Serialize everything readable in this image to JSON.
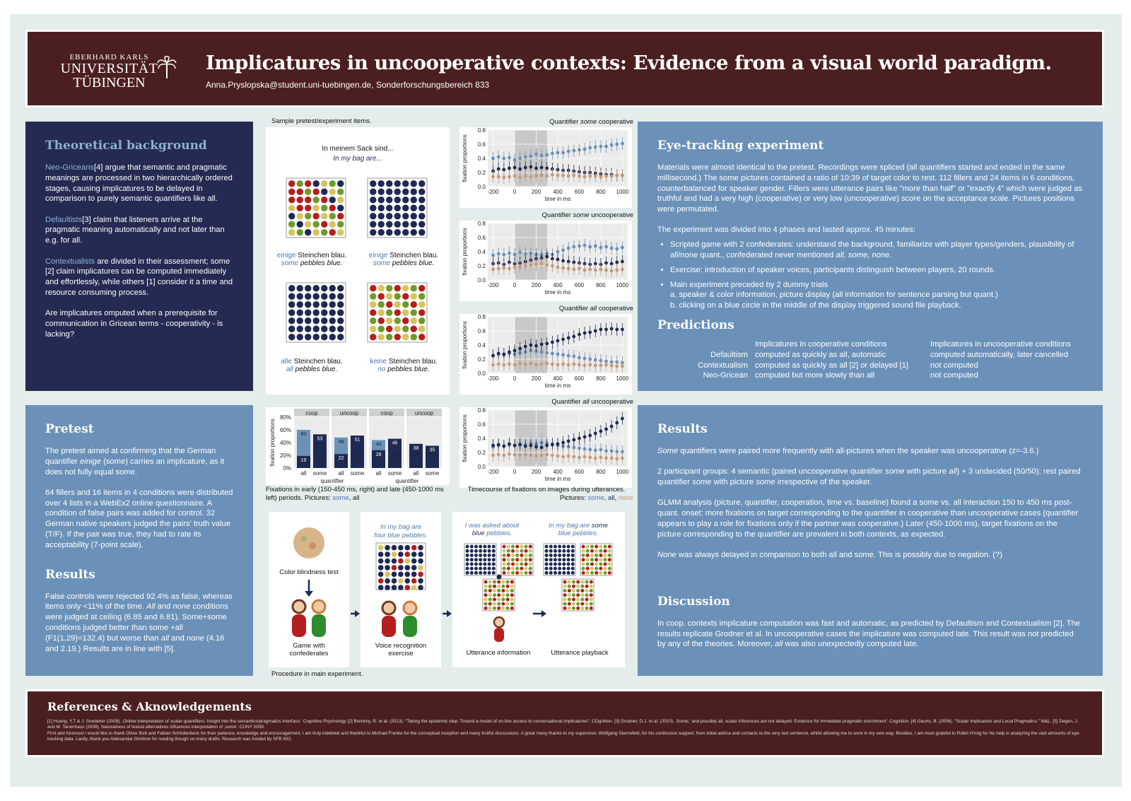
{
  "header": {
    "logo_line1": "EBERHARD KARLS",
    "logo_line2": "UNIVERSITÄT",
    "logo_line3": "TÜBINGEN",
    "title": "Implicatures in uncooperative contexts: Evidence from a visual world paradigm.",
    "author": "Anna.Pryslopska@student.uni-tuebingen.de, Sonderforschungsbereich 833"
  },
  "theory": {
    "heading": "Theoretical background",
    "p1_term": "Neo-Griceans",
    "p1": "[4] argue that semantic and pragmatic meanings are processed in two hierarchically ordered stages, causing implicatures to be delayed in comparison to purely semantic quantifiers like all.",
    "p2_term": "Defaultists",
    "p2": "[3] claim that listeners arrive at the pragmatic meaning automatically and not later than e.g. for all.",
    "p3_term": "Contextualists",
    "p3": " are divided in their assessment; some [2] claim implicatures can be computed immediately and effortlessly, while others [1] consider it a time and resource consuming process.",
    "p4": "Are implicatures omputed when a prerequisite for communication in Gricean terms - cooperativity - is lacking?"
  },
  "pretest": {
    "heading": "Pretest",
    "p1a": "The pretest aimed at confirming that the German quantifier ",
    "p1_em": "einige",
    "p1b": " (some) carries an implicature, as it does not fully equal some.",
    "p2": "64 fillers and 16 items in 4 conditions were distributed over 4 lists in a WebEx2 online questionnaire. A condition of false pairs was added for control. 32 German native speakers judged the pairs' truth value (T/F). If the pair was true, they had to rate its acceptability (7-point scale).",
    "results_heading": "Results",
    "r1a": "False controls were rejected 92.4% as false, whereas items only <11% of the time. ",
    "r1_all": "All",
    "r1b": " and ",
    "r1_none": "none",
    "r1c": " conditions were judged at ceiling (6.85 and 6.81). Some+some conditions judged better than some +all (F1(1,29)=132.4) but worse than ",
    "r1_all2": "all",
    "r1d": " and ",
    "r1_none2": "none",
    "r1e": " (4.16 and 2.19.) Results are in line with [5]."
  },
  "items_figure": {
    "caption": "Sample pretest/experiment items.",
    "sentence_de": "In meinem Sack sind...",
    "sentence_en": "In my bag are...",
    "labels": [
      {
        "q_de": "einige",
        "de": " Steinchen blau.",
        "q_en": "some",
        "en": " pebbles blue."
      },
      {
        "q_de": "einige",
        "de": " Steinchen blau.",
        "q_en": "some",
        "en": " pebbles blue."
      },
      {
        "q_de": "alle",
        "de": " Steinchen blau.",
        "q_en": "all",
        "en": " pebbles blue."
      },
      {
        "q_de": "keine",
        "de": " Steinchen blau.",
        "q_en": "no",
        "en": " pebbles blue."
      }
    ]
  },
  "bar_figure": {
    "caption_a": "Fixations in early (150-450 ms, right) and late (450-1000 ms left) periods. Pictures: ",
    "caption_some": "some",
    "caption_b": ", all",
    "ylabel": "fixation proportions",
    "xlabel": "quantifier"
  },
  "time_figure": {
    "caption": "Timecourse of fixations on images during utterances.",
    "pictures_prefix": "Pictures: ",
    "p_some": "some",
    "p_all": "all",
    "p_none": "none",
    "xlabel": "time in ms",
    "ylabel": "fixation proportions"
  },
  "procedure": {
    "caption": "Procedure in main experiment.",
    "color_test": "Color blindness test",
    "game": "Game with confederates",
    "voice_line1": "In my bag are",
    "voice_line2": "four blue pebbles.",
    "voice": "Voice recognition exercise",
    "utt_a": "I was asked about",
    "utt_b": "blue",
    "utt_c": " pebbles.",
    "play_a": "In my bag are ",
    "play_b": "some",
    "play_c": "blue pebbles.",
    "utt_info": "Utterance information",
    "utt_play": "Utterance playback"
  },
  "eyetracking": {
    "heading": "Eye-tracking experiment",
    "p1": "Materials were almost identical to the pretest. Recordings were spliced (all quantifiers started and ended in the same millisecond.) The some pictures contained a ratio of 10:39 of target color to rest. 112 fillers and 24 items in 6 conditions, counterbalanced for speaker gender. Fillers were utterance pairs like \"more than half\" or \"exactly 4\" which were judged as truthful and had a very high (cooperative) or very low (uncooperative) score on the acceptance scale. Pictures positions were permutated.",
    "p2": "The experiment was divided into 4 phases and lasted approx. 45 minutes:",
    "s1a": "Scripted game with 2 confederates: understand the background, familiarize with player types/genders, plausibility of all/none quant., confederated never mentioned ",
    "s1b": "all, some, none.",
    "s2": "Exercise: introduction of speaker voices, participants distinguish between players, 20 rounds.",
    "s3": "Main experiment preceded by 2 dummy trials",
    "s3a": "a. speaker & color information, picture display (all information for sentence parsing but quant.)",
    "s3b": "b. clicking on a blue circle in the middle of the display triggered sound file playback.",
    "pred_heading": "Predictions",
    "pred_col1": "Implicatures in cooperative conditions",
    "pred_col2": "Implicatures in uncooperative conditions",
    "rows": [
      {
        "name": "Defaultism",
        "coop": "computed as quickly as all, automatic",
        "uncoop": "computed automatically, later cancelled"
      },
      {
        "name": "Contextualism",
        "coop": "computed as quickly as all [2] or delayed [1]",
        "uncoop": "not computed"
      },
      {
        "name": "Neo-Gricean",
        "coop": "computed but more slowly than all",
        "uncoop": "not computed"
      }
    ]
  },
  "results": {
    "heading": "Results",
    "p1a": "Some",
    "p1b": " quantifiers were paired more frequently with all-pictures when the speaker was uncooperative (z=-3.6.)",
    "p2a": "2 participant groups: 4 semantic (paired uncooperative quantifier ",
    "p2_some": "some",
    "p2b": " with picture ",
    "p2_all": "all",
    "p2c": ") + 3 undecided (50/50); rest paired quantifier ",
    "p2_some2": "some",
    "p2d": " with picture ",
    "p2_some3": "some",
    "p2e": " irrespective of the speaker.",
    "p3": "GLMM analysis (picture, quantifier, cooperation, time vs. baseline) found a some vs. all interaction 150 to 450 ms post-quant. onset: more fixations on target corresponding to the quantifier in cooperative than uncooperative cases (quantifier appears to play a role for fixations only if the partner was cooperative.) Later (450-1000 ms), target fixations on the picture corresponding to the quantifier are prevalent in both contexts, as expected.",
    "p4a": "None",
    "p4b": " was always delayed in comparison to both all and some. This is possibly due to negation. (?)"
  },
  "discussion": {
    "heading": "Discussion",
    "p1a": "In coop. contexts implicature computation was fast and automatic, as predicted by Defaultism and Contextualism [2]. The results replicate Grodner et al. In uncooperative cases the implicature was computed late. This result was not predicted by any of the theories. Moreover, ",
    "p1_all": "all",
    "p1b": " was also unexpectedly computed late."
  },
  "references": {
    "heading": "References & Aknowledgements",
    "line1": "[1] Huang, Y.T & J. Snedeker (2009). ‚Online interpretation of scalar quantifiers: Insight into the semantics/pragmatics interface.' Cognitive Psychology [2] Breheny, R. et al. (2013). \"Taking the epistemic step: Toward a model of on-line access to conversational implicatures\", COgnition. [3] Grodner, D.J. et al. (2010). ‚Some,' and possibly all, scalar inferences are not delayed: Evidence for immediate pragmatic enrichment.' Cognition. [4] Geurts, B. (2006). \"Scalar Implicature and Local Pragmatics.\" M&L. [5] Degen, J. and M. Tanenhaus (2009). Naturalness of lexical alternatives influences interpretation of ‚some'. CUNY 2009.",
    "line2": "First and foremost I would like to thank Oliver Bott and Fabian Schlotterbeck for their patience, knowledge and encouragement. I am truly indebted and thankful to Michael Franke for the conceptual inception and many fruitful discussions. A great many thanks to my supervisor, Wolfgang Sternefeld, for his continuous support, from initial advice and contacts to the very last sentence, whilst allowing me to work in my own way. Besides, I am most grateful to Robin H'mig for his help in analyzing the vast amounts of eye-tracking data. Lastly, thank you Aleksandar Dimitrov for reading though so many drafts. Research was funded by SFB 833."
  },
  "chart_data": [
    {
      "type": "bar",
      "panels": [
        "coop",
        "uncoop",
        "coop",
        "uncoop"
      ],
      "categories": [
        "all",
        "some"
      ],
      "ylabel": "fixation proportions",
      "xlabel": "quantifier",
      "yticks": [
        "0%",
        "20%",
        "40%",
        "60%",
        "80%"
      ],
      "ylim": [
        0,
        80
      ],
      "series": [
        {
          "name": "all",
          "color": "#6b91b8",
          "values": [
            60,
            19,
            48,
            19,
            44,
            24,
            29,
            30
          ]
        },
        {
          "name": "some",
          "color": "#1f2a52",
          "values": [
            19,
            53,
            22,
            51,
            28,
            46,
            38,
            35
          ]
        }
      ]
    },
    {
      "type": "line",
      "title_a": "Quantifier ",
      "title_q": "some",
      "title_b": " cooperative",
      "x": [
        -200,
        -150,
        -100,
        -50,
        0,
        50,
        100,
        150,
        200,
        250,
        300,
        350,
        400,
        450,
        500,
        550,
        600,
        650,
        700,
        750,
        800,
        850,
        900,
        950,
        1000
      ],
      "xlim": [
        -250,
        1050
      ],
      "ylim": [
        0,
        0.8
      ],
      "xticks": [
        -200,
        0,
        200,
        400,
        600,
        800,
        1000
      ],
      "yticks": [
        0.0,
        0.2,
        0.4,
        0.6,
        0.8
      ],
      "shade": [
        0,
        300
      ],
      "series": [
        {
          "name": "some",
          "color": "#6b91b8",
          "values": [
            0.4,
            0.42,
            0.4,
            0.41,
            0.38,
            0.4,
            0.42,
            0.43,
            0.46,
            0.44,
            0.45,
            0.47,
            0.48,
            0.48,
            0.5,
            0.51,
            0.52,
            0.53,
            0.55,
            0.56,
            0.57,
            0.57,
            0.59,
            0.6,
            0.61
          ]
        },
        {
          "name": "all",
          "color": "#1f2a52",
          "values": [
            0.22,
            0.25,
            0.24,
            0.26,
            0.27,
            0.25,
            0.27,
            0.28,
            0.26,
            0.27,
            0.26,
            0.25,
            0.24,
            0.23,
            0.23,
            0.22,
            0.21,
            0.2,
            0.2,
            0.19,
            0.18,
            0.17,
            0.17,
            0.16,
            0.16
          ]
        },
        {
          "name": "none",
          "color": "#c29a7c",
          "values": [
            0.14,
            0.14,
            0.13,
            0.14,
            0.15,
            0.13,
            0.15,
            0.14,
            0.15,
            0.16,
            0.15,
            0.17,
            0.16,
            0.16,
            0.15,
            0.16,
            0.15,
            0.14,
            0.15,
            0.15,
            0.14,
            0.15,
            0.15,
            0.16,
            0.16
          ]
        }
      ]
    },
    {
      "type": "line",
      "title_a": "Quantifier ",
      "title_q": "some",
      "title_b": " uncooperative",
      "x": [
        -200,
        -150,
        -100,
        -50,
        0,
        50,
        100,
        150,
        200,
        250,
        300,
        350,
        400,
        450,
        500,
        550,
        600,
        650,
        700,
        750,
        800,
        850,
        900,
        950,
        1000
      ],
      "xlim": [
        -250,
        1050
      ],
      "ylim": [
        0,
        0.8
      ],
      "xticks": [
        -200,
        0,
        200,
        400,
        600,
        800,
        1000
      ],
      "yticks": [
        0.0,
        0.2,
        0.4,
        0.6,
        0.8
      ],
      "shade": [
        0,
        300
      ],
      "series": [
        {
          "name": "some",
          "color": "#6b91b8",
          "values": [
            0.35,
            0.37,
            0.36,
            0.38,
            0.36,
            0.39,
            0.37,
            0.38,
            0.36,
            0.35,
            0.37,
            0.36,
            0.4,
            0.42,
            0.45,
            0.47,
            0.48,
            0.49,
            0.47,
            0.48,
            0.46,
            0.47,
            0.45,
            0.44,
            0.46
          ]
        },
        {
          "name": "all",
          "color": "#1f2a52",
          "values": [
            0.23,
            0.24,
            0.22,
            0.25,
            0.23,
            0.24,
            0.26,
            0.28,
            0.3,
            0.31,
            0.33,
            0.3,
            0.29,
            0.27,
            0.26,
            0.25,
            0.24,
            0.23,
            0.22,
            0.23,
            0.22,
            0.24,
            0.23,
            0.25,
            0.26
          ]
        },
        {
          "name": "none",
          "color": "#c29a7c",
          "values": [
            0.15,
            0.16,
            0.17,
            0.16,
            0.18,
            0.19,
            0.2,
            0.21,
            0.22,
            0.23,
            0.21,
            0.2,
            0.18,
            0.17,
            0.16,
            0.15,
            0.16,
            0.14,
            0.15,
            0.14,
            0.15,
            0.14,
            0.13,
            0.14,
            0.15
          ]
        }
      ]
    },
    {
      "type": "line",
      "title_a": "Quantifier ",
      "title_q": "all",
      "title_b": " cooperative",
      "x": [
        -200,
        -150,
        -100,
        -50,
        0,
        50,
        100,
        150,
        200,
        250,
        300,
        350,
        400,
        450,
        500,
        550,
        600,
        650,
        700,
        750,
        800,
        850,
        900,
        950,
        1000
      ],
      "xlim": [
        -250,
        1050
      ],
      "ylim": [
        0,
        0.8
      ],
      "xticks": [
        -200,
        0,
        200,
        400,
        600,
        800,
        1000
      ],
      "yticks": [
        0.0,
        0.2,
        0.4,
        0.6,
        0.8
      ],
      "shade": [
        0,
        300
      ],
      "series": [
        {
          "name": "some",
          "color": "#6b91b8",
          "values": [
            0.25,
            0.27,
            0.26,
            0.28,
            0.27,
            0.29,
            0.3,
            0.32,
            0.31,
            0.3,
            0.29,
            0.28,
            0.27,
            0.26,
            0.25,
            0.24,
            0.22,
            0.21,
            0.2,
            0.19,
            0.18,
            0.17,
            0.16,
            0.16,
            0.15
          ]
        },
        {
          "name": "all",
          "color": "#1f2a52",
          "values": [
            0.25,
            0.28,
            0.27,
            0.3,
            0.32,
            0.35,
            0.38,
            0.4,
            0.39,
            0.41,
            0.42,
            0.44,
            0.46,
            0.48,
            0.5,
            0.52,
            0.55,
            0.57,
            0.58,
            0.6,
            0.62,
            0.62,
            0.63,
            0.62,
            0.62
          ]
        },
        {
          "name": "none",
          "color": "#c29a7c",
          "values": [
            0.12,
            0.13,
            0.12,
            0.13,
            0.12,
            0.14,
            0.13,
            0.14,
            0.12,
            0.13,
            0.14,
            0.13,
            0.12,
            0.13,
            0.12,
            0.13,
            0.12,
            0.11,
            0.12,
            0.11,
            0.11,
            0.12,
            0.11,
            0.1,
            0.1
          ]
        }
      ]
    },
    {
      "type": "line",
      "title_a": "Quantifier ",
      "title_q": "all",
      "title_b": " uncooperative",
      "x": [
        -200,
        -150,
        -100,
        -50,
        0,
        50,
        100,
        150,
        200,
        250,
        300,
        350,
        400,
        450,
        500,
        550,
        600,
        650,
        700,
        750,
        800,
        850,
        900,
        950,
        1000
      ],
      "xlim": [
        -250,
        1050
      ],
      "ylim": [
        0,
        0.8
      ],
      "xticks": [
        -200,
        0,
        200,
        400,
        600,
        800,
        1000
      ],
      "yticks": [
        0.0,
        0.2,
        0.4,
        0.6,
        0.8
      ],
      "shade": [
        0,
        300
      ],
      "series": [
        {
          "name": "some",
          "color": "#6b91b8",
          "values": [
            0.28,
            0.3,
            0.29,
            0.31,
            0.3,
            0.32,
            0.31,
            0.33,
            0.32,
            0.34,
            0.33,
            0.32,
            0.3,
            0.29,
            0.28,
            0.27,
            0.26,
            0.25,
            0.24,
            0.23,
            0.24,
            0.22,
            0.22,
            0.21,
            0.21
          ]
        },
        {
          "name": "all",
          "color": "#1f2a52",
          "values": [
            0.3,
            0.31,
            0.29,
            0.32,
            0.3,
            0.31,
            0.29,
            0.3,
            0.28,
            0.27,
            0.3,
            0.31,
            0.32,
            0.34,
            0.36,
            0.38,
            0.4,
            0.42,
            0.44,
            0.47,
            0.5,
            0.53,
            0.57,
            0.62,
            0.68
          ]
        },
        {
          "name": "none",
          "color": "#c29a7c",
          "values": [
            0.16,
            0.17,
            0.16,
            0.18,
            0.17,
            0.16,
            0.17,
            0.16,
            0.15,
            0.16,
            0.17,
            0.16,
            0.15,
            0.14,
            0.15,
            0.14,
            0.13,
            0.14,
            0.13,
            0.12,
            0.13,
            0.12,
            0.12,
            0.11,
            0.12
          ]
        }
      ]
    }
  ]
}
